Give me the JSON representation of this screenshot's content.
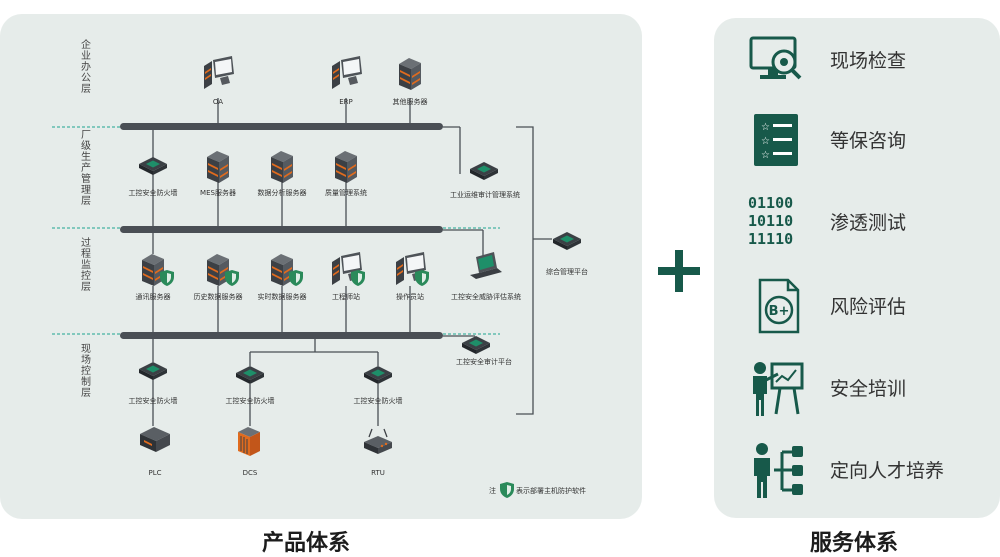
{
  "layers": [
    {
      "id": "office",
      "label": "企业办公层"
    },
    {
      "id": "production",
      "label": "厂级生产管理层"
    },
    {
      "id": "process",
      "label": "过程监控层"
    },
    {
      "id": "field",
      "label": "现场控制层"
    }
  ],
  "devices": {
    "oa": "OA",
    "erp": "ERP",
    "other_servers": "其他服务器",
    "fw_prod": "工控安全防火墙",
    "mes": "MES服务器",
    "analysis": "数据分析服务器",
    "quality": "质量管理系统",
    "ops_audit": "工业运维审计管理系统",
    "comm": "通讯服务器",
    "history": "历史数据服务器",
    "realtime": "实时数据服务器",
    "eng_station": "工程师站",
    "op_station": "操作员站",
    "threat": "工控安全威胁评估系统",
    "mgmt_platform": "综合管理平台",
    "audit_platform": "工控安全审计平台",
    "fw_field_1": "工控安全防火墙",
    "fw_field_2": "工控安全防火墙",
    "fw_field_3": "工控安全防火墙",
    "plc": "PLC",
    "dcs": "DCS",
    "rtu": "RTU"
  },
  "note": {
    "prefix": "注",
    "text": "表示部署主机防护软件"
  },
  "product_caption": "产品体系",
  "service_caption": "服务体系",
  "binary_lines": [
    "01100",
    "10110",
    "11110"
  ],
  "services": [
    {
      "label": "现场检查",
      "icon": "monitor-inspect-icon"
    },
    {
      "label": "等保咨询",
      "icon": "star-checklist-icon"
    },
    {
      "label": "渗透测试",
      "icon": "binary-code-icon"
    },
    {
      "label": "风险评估",
      "icon": "b-plus-grade-icon"
    },
    {
      "label": "安全培训",
      "icon": "training-presenter-icon"
    },
    {
      "label": "定向人才培养",
      "icon": "talent-tree-icon"
    }
  ],
  "colors": {
    "panel": "#e6ecea",
    "accent": "#17594a",
    "line": "#4a4f55",
    "dashed": "#46b3a2",
    "shield": "#2a8a5a",
    "caption": "#1c1c1c"
  }
}
